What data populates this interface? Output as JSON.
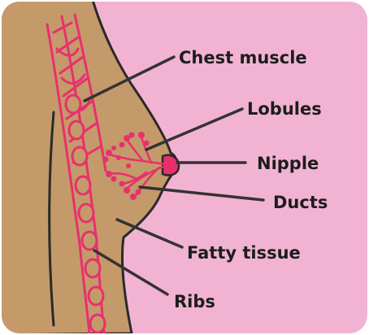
{
  "labels": {
    "chest_muscle": "Chest muscle",
    "lobules": "Lobules",
    "nipple": "Nipple",
    "ducts": "Ducts",
    "fatty_tissue": "Fatty tissue",
    "ribs": "Ribs"
  },
  "colors": {
    "background_pink": "#f2b3d2",
    "skin_tan": "#c49a6a",
    "tissue_pink": "#e8306e",
    "outline": "#2a2a2a",
    "leader": "#333333",
    "text": "#1d1d1d"
  }
}
